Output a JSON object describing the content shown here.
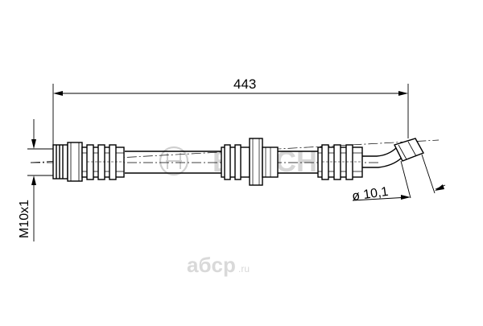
{
  "dimensions": {
    "length": "443",
    "thread": "M10x1",
    "diameter": "ø 10,1"
  },
  "watermarks": {
    "brand": "BOSCH",
    "shop": "aбcp",
    "shop_suffix": ".ru"
  },
  "colors": {
    "line": "#000000",
    "watermark": "#cfcfcf",
    "shop_watermark": "#d9d9d9",
    "background": "#ffffff"
  }
}
